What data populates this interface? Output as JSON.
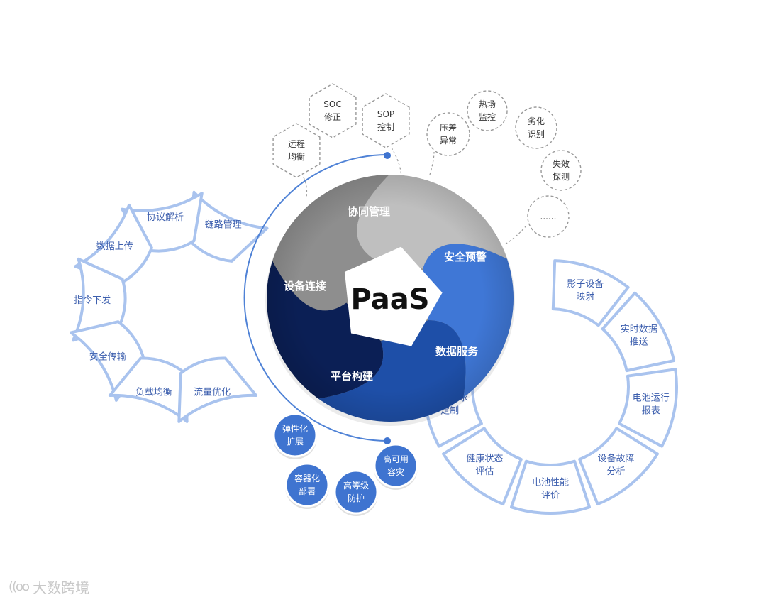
{
  "colors": {
    "ring_stroke": "#a9c3ee",
    "ring_text": "#3d5fae",
    "dashed": "#9a9a9a",
    "dashed_text": "#333333",
    "arc": "#4f82d6",
    "dot": "#3f74d0",
    "bubble_fill": "#3f74d0",
    "bubble_text": "#ffffff",
    "petal_gray_light": "#bfbfbf",
    "petal_gray_mid": "#8e8e8e",
    "petal_navy": "#0b1f55",
    "petal_blue": "#3f77d6",
    "petal_blue_dark": "#1e4fa8"
  },
  "center": {
    "label": "PaaS"
  },
  "petals": [
    {
      "label": "协同管理"
    },
    {
      "label": "安全预警"
    },
    {
      "label": "数据服务"
    },
    {
      "label": "平台构建"
    },
    {
      "label": "设备连接"
    }
  ],
  "left_ring": [
    {
      "label": "链路管理"
    },
    {
      "label": "协议解析"
    },
    {
      "label": "数据上传"
    },
    {
      "label": "指令下发"
    },
    {
      "label": "安全传输"
    },
    {
      "label": "负载均衡"
    },
    {
      "label": "流量优化"
    }
  ],
  "right_ring": [
    {
      "line1": "影子设备",
      "line2": "映射"
    },
    {
      "line1": "实时数据",
      "line2": "推送"
    },
    {
      "line1": "电池运行",
      "line2": "报表"
    },
    {
      "line1": "设备故障",
      "line2": "分析"
    },
    {
      "line1": "电池性能",
      "line2": "评价"
    },
    {
      "line1": "健康状态",
      "line2": "评估"
    },
    {
      "line1": "专属需求",
      "line2": "定制"
    }
  ],
  "hexagons": [
    {
      "line1": "远程",
      "line2": "均衡"
    },
    {
      "line1": "SOC",
      "line2": "修正"
    },
    {
      "line1": "SOP",
      "line2": "控制"
    }
  ],
  "dashed_circles": [
    {
      "line1": "压差",
      "line2": "异常"
    },
    {
      "line1": "热场",
      "line2": "监控"
    },
    {
      "line1": "劣化",
      "line2": "识别"
    },
    {
      "line1": "失效",
      "line2": "探测"
    },
    {
      "line1": "......",
      "line2": ""
    }
  ],
  "bubbles": [
    {
      "line1": "弹性化",
      "line2": "扩展"
    },
    {
      "line1": "容器化",
      "line2": "部署"
    },
    {
      "line1": "高等级",
      "line2": "防护"
    },
    {
      "line1": "高可用",
      "line2": "容灾"
    }
  ],
  "watermark": {
    "text": "大数跨境"
  }
}
